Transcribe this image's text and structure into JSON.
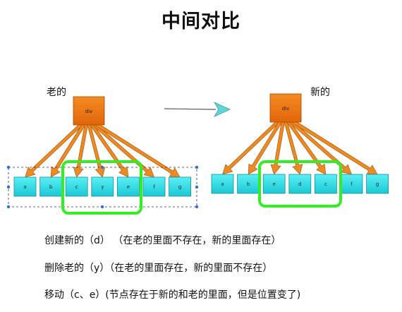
{
  "title": "中间对比",
  "old_tree": {
    "label": "老的",
    "root": "div",
    "children": [
      "a",
      "b",
      "c",
      "y",
      "e",
      "f",
      "g"
    ]
  },
  "new_tree": {
    "label": "新的",
    "root": "div",
    "children": [
      "a",
      "b",
      "e",
      "d",
      "c",
      "f",
      "g"
    ]
  },
  "descriptions": [
    "创建新的（d） （在老的里面不存在，新的里面存在）",
    "删除老的（y）（在老的里面存在，新的里面不存在）",
    "移动（c、e）(节点存在于新的和老的里面，但是位置变了)"
  ],
  "colors": {
    "parent_fill": "#f07a10",
    "child_fill": "#2fe0ea",
    "arrow_fill": "#f08a20",
    "highlight": "#33ee22",
    "transition_arrow": "#5cd6d8"
  }
}
